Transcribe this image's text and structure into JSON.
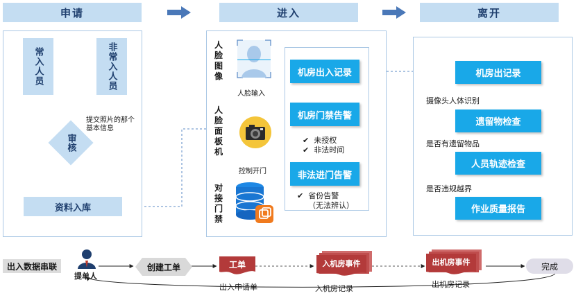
{
  "headers": {
    "apply": "申请",
    "enter": "进入",
    "leave": "离开"
  },
  "apply": {
    "regular_staff": "常入人员",
    "irregular_staff": "非常入人员",
    "review": "审核",
    "note": "提交照片的那个基本信息",
    "archive": "资料入库"
  },
  "enter": {
    "face_image_label": "人脸图像",
    "face_input": "人脸输入",
    "face_panel_label": "人脸面板机",
    "door_control": "控制开门",
    "docking_label": "对接门禁",
    "records": [
      "机房出入记录",
      "机房门禁告警",
      "非法进门告警"
    ],
    "checks_1": [
      "未授权",
      "非法时间"
    ],
    "checks_2": [
      "省份告警",
      "（无法辨认）"
    ]
  },
  "leave": {
    "steps": [
      "机房出记录",
      "遗留物检查",
      "人员轨迹检查",
      "作业质量报告"
    ],
    "notes": [
      "摄像头人体识别",
      "是否有遗留物品",
      "是否违规越界"
    ]
  },
  "bottom": {
    "title": "出入数据串联",
    "submitter": "提单人",
    "create_ticket": "创建工单",
    "ticket": "工单",
    "ticket_label": "出入申请单",
    "enter_event": "入机房事件",
    "enter_label": "入机房记录",
    "exit_event": "出机房事件",
    "exit_label": "出机房记录",
    "done": "完成"
  },
  "colors": {
    "light": "#c4ddf2",
    "accent": "#19a8e8",
    "dark_red": "#b33a3a",
    "navy": "#1f3f6e"
  }
}
